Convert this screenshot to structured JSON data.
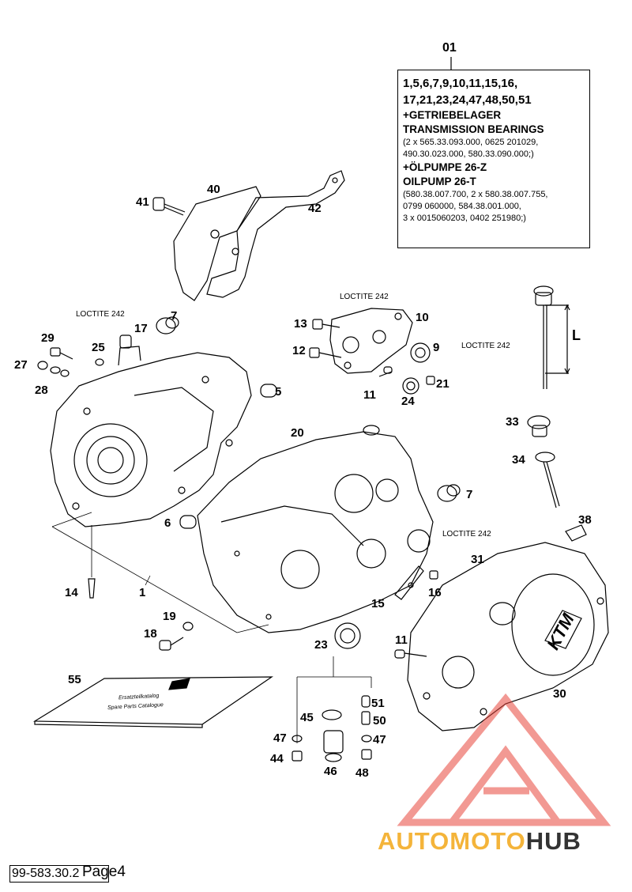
{
  "kit": {
    "ref": "01",
    "lines": [
      "1,5,6,7,9,10,11,15,16,",
      "17,21,23,24,47,48,50,51",
      "+GETRIEBELAGER",
      "TRANSMISSION BEARINGS",
      "(2 x 565.33.093.000, 0625 201029,",
      "490.30.023.000, 580.33.090.000;)",
      "+ÖLPUMPE 26-Z",
      "OILPUMP 26-T",
      "(580.38.007.700, 2 x 580.38.007.755,",
      "0799 060000, 584.38.001.000,",
      "3 x 0015060203, 0402 251980;)"
    ]
  },
  "dimension_label": "L",
  "loctite_label": "LOCTITE 242",
  "callouts": {
    "c40": "40",
    "c41": "41",
    "c42": "42",
    "c7a": "7",
    "c7b": "7",
    "c17": "17",
    "c29": "29",
    "c25": "25",
    "c27": "27",
    "c28": "28",
    "c5": "5",
    "c6": "6",
    "c13": "13",
    "c12": "12",
    "c10": "10",
    "c9": "9",
    "c21": "21",
    "c11a": "11",
    "c11b": "11",
    "c24": "24",
    "c20": "20",
    "c33": "33",
    "c34": "34",
    "c38": "38",
    "c31": "31",
    "c14": "14",
    "c1": "1",
    "c15": "15",
    "c16": "16",
    "c19": "19",
    "c18": "18",
    "c23": "23",
    "c30": "30",
    "c55": "55",
    "c45": "45",
    "c51": "51",
    "c50": "50",
    "c47a": "47",
    "c47b": "47",
    "c44": "44",
    "c46": "46",
    "c48": "48"
  },
  "booklet": {
    "line1": "Ersatzteilkatalog",
    "line2": "Spare Parts Catalogue"
  },
  "cover_logo": "KTM",
  "footer": {
    "code": "99-583.30.2",
    "page": "Page4"
  },
  "watermark": {
    "part1": "AUTOMOTO",
    "part2": "HUB"
  },
  "colors": {
    "line": "#000000",
    "watermark_red": "#e8463c",
    "watermark_orange": "#f4b43a"
  }
}
